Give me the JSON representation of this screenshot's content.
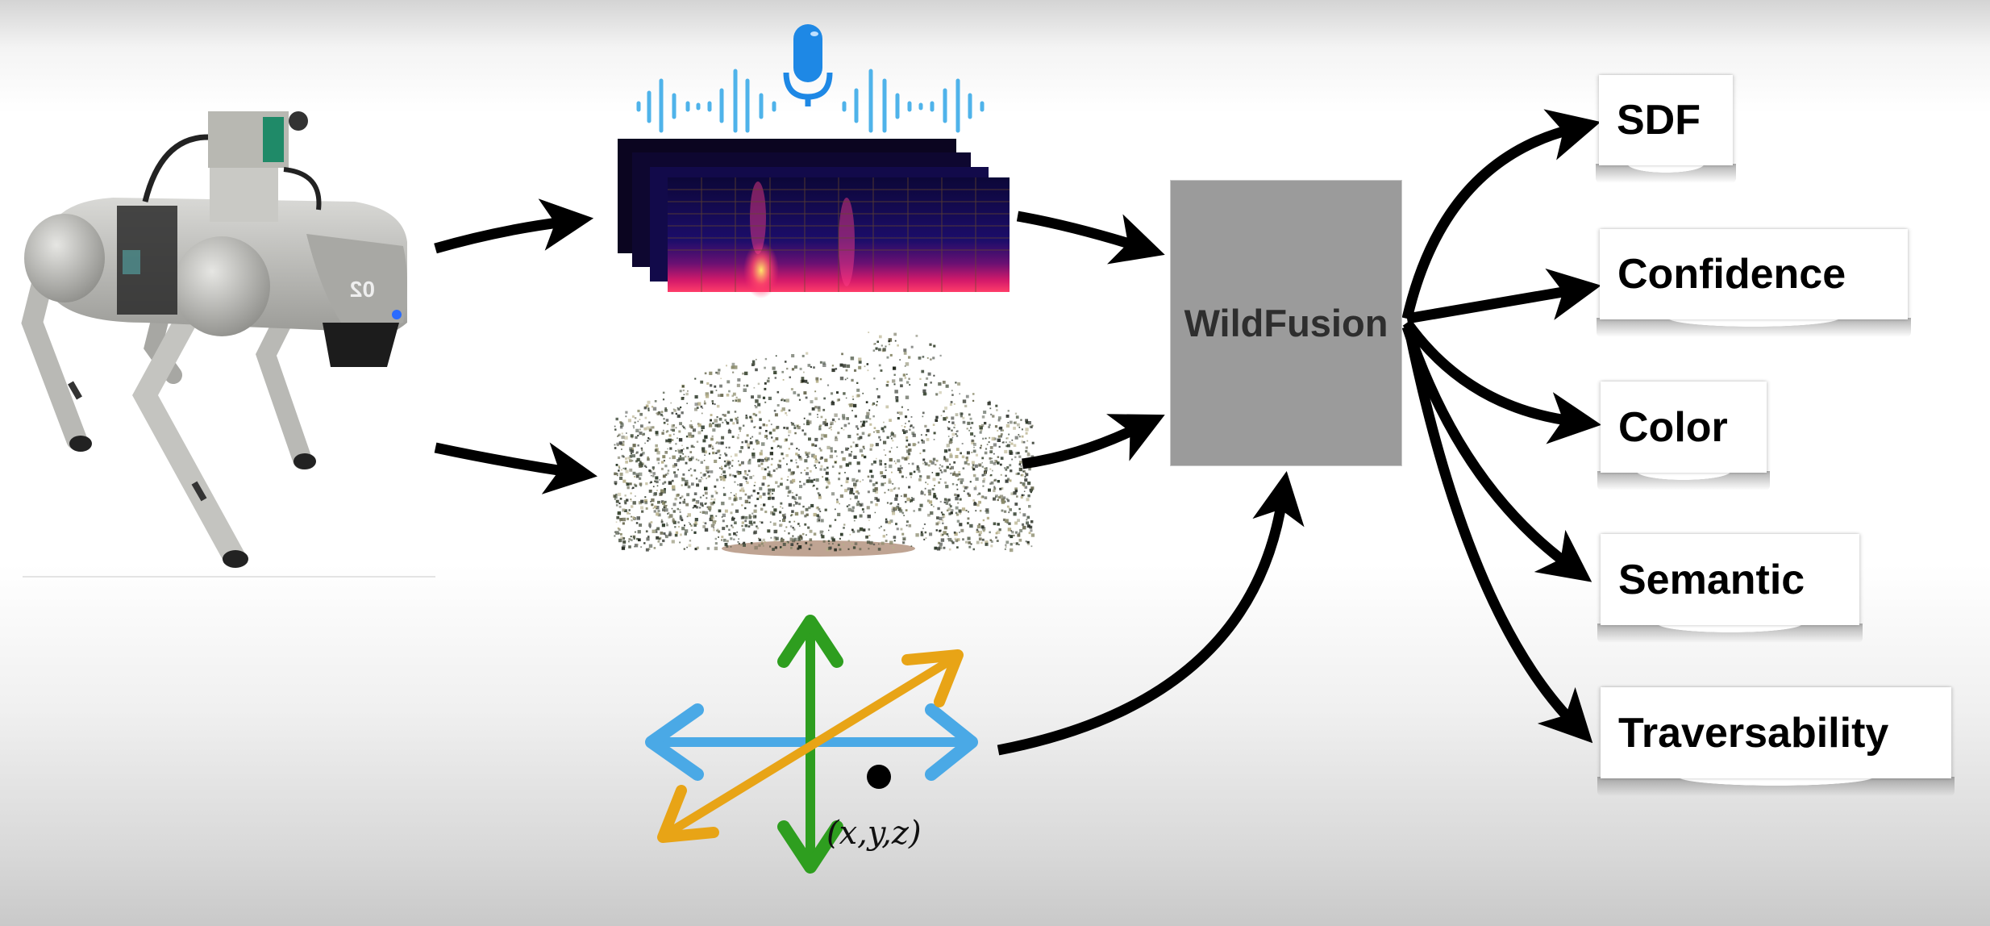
{
  "diagram": {
    "title": "WildFusion pipeline",
    "inputs": [
      {
        "id": "robot",
        "description": "Quadruped robot with sensor stack",
        "robot_marking": "02"
      },
      {
        "id": "audio",
        "description": "Microphone icon with sound waves over stacked spectrograms",
        "icon": "microphone-icon"
      },
      {
        "id": "pointcloud",
        "description": "Colored 3D point cloud of a forest scene"
      },
      {
        "id": "coordinates",
        "description": "3D axes with a query point",
        "label": "(x,y,z)"
      }
    ],
    "fusion": {
      "label": "WildFusion"
    },
    "outputs": [
      {
        "label": "SDF"
      },
      {
        "label": "Confidence"
      },
      {
        "label": "Color"
      },
      {
        "label": "Semantic"
      },
      {
        "label": "Traversability"
      }
    ],
    "colors": {
      "fusion_box": "#9b9b9b",
      "fusion_text": "#2e2e2e",
      "arrow": "#000000",
      "mic_blue": "#1e88e5",
      "wave_blue": "#4fb3ea",
      "axis_x": "#4aa9e6",
      "axis_y": "#2e9e1f",
      "axis_z": "#e8a416"
    }
  }
}
